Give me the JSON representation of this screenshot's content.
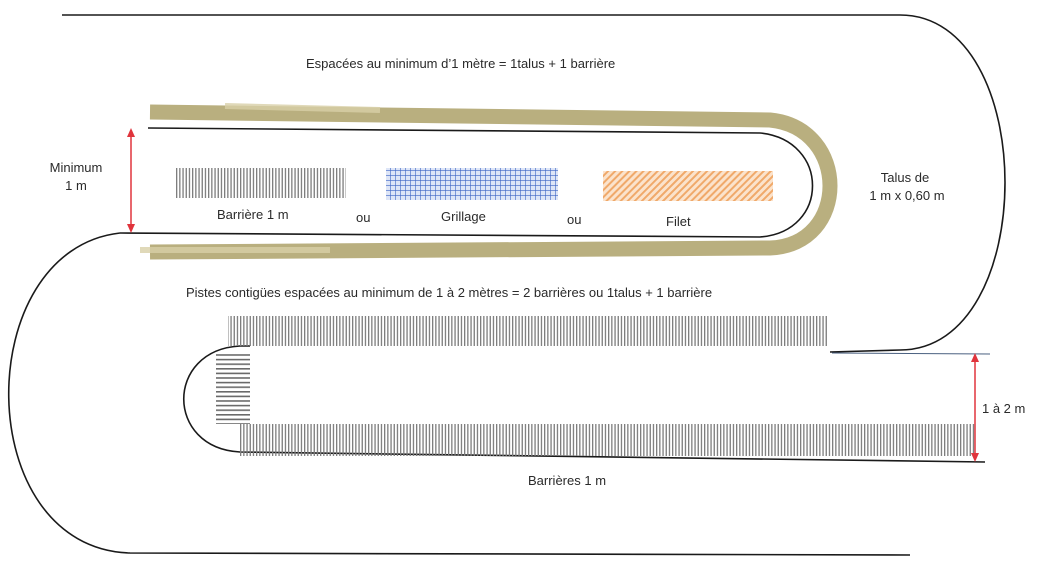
{
  "labels": {
    "top_caption": "Espacées au minimum d’1 mètre = 1talus + 1 barrière",
    "minimum_line1": "Minimum",
    "minimum_line2": "1 m",
    "barriere": "Barrière 1 m",
    "ou_1": "ou",
    "grillage": "Grillage",
    "ou_2": "ou",
    "filet": "Filet",
    "talus_line1": "Talus de",
    "talus_line2": "1 m x 0,60 m",
    "middle_caption": "Pistes contigües espacées au minimum de 1 à 2 mètres = 2 barrières ou 1talus + 1 barrière",
    "range_label": "1 à 2 m",
    "barrieres": "Barrières 1 m"
  },
  "colors": {
    "track_line": "#1a1a1a",
    "talus": "#b3a874",
    "barrier_hatch": "#7c7c7c",
    "grillage": "#4a6fc9",
    "filet": "#f0b27a",
    "arrow": "#e0343c",
    "range_line": "#4a6080"
  }
}
